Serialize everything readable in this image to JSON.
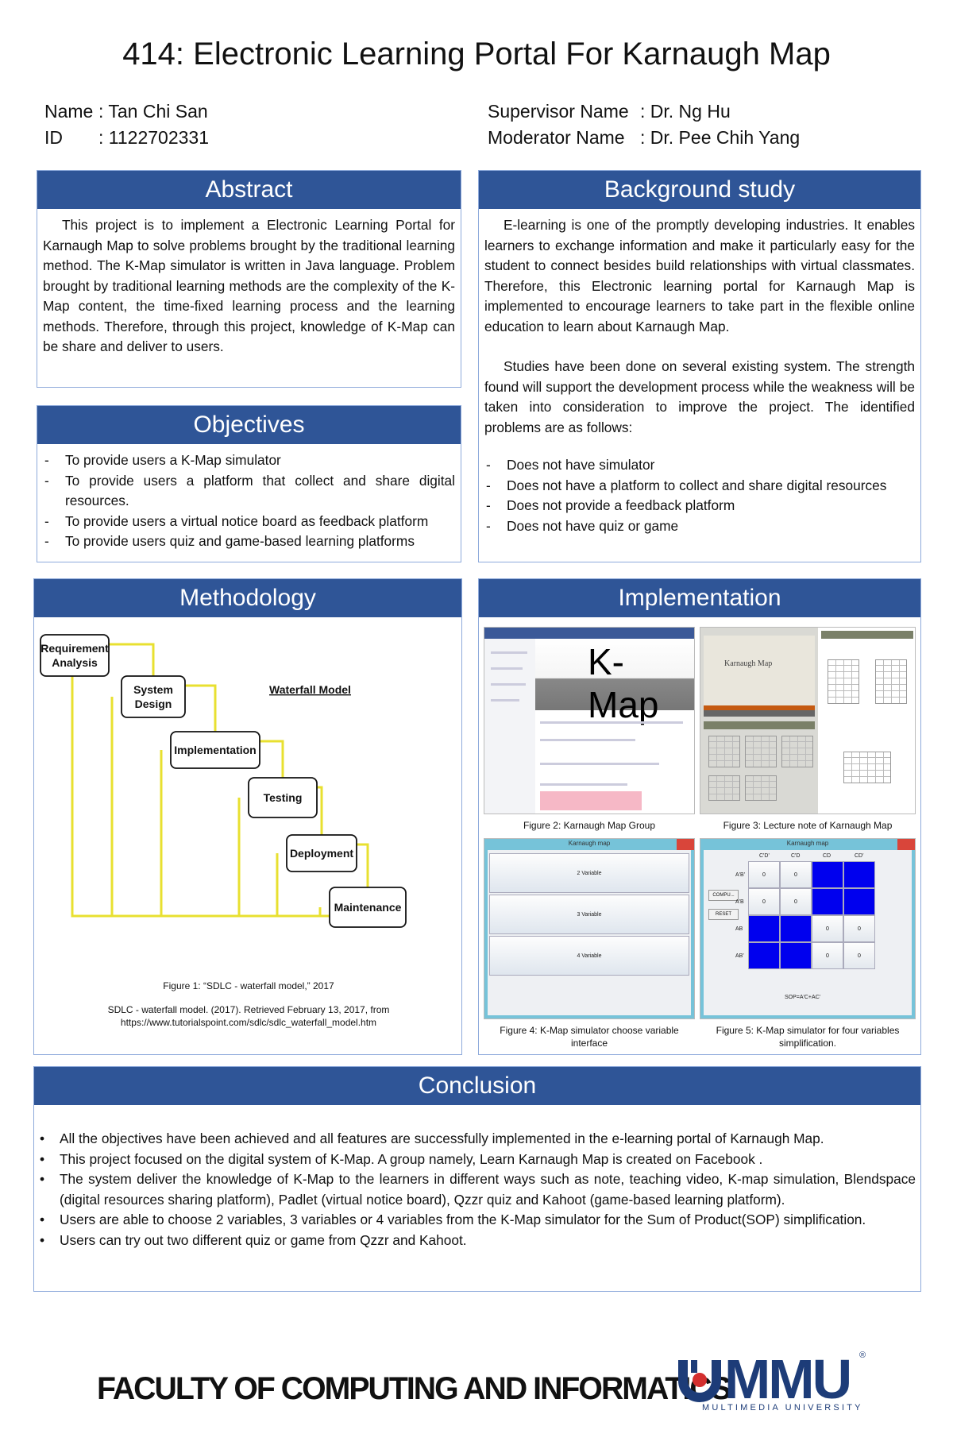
{
  "title": "414: Electronic Learning Portal For Karnaugh Map",
  "student": {
    "name_label": "Name",
    "name_value": ": Tan Chi San",
    "id_label": "ID",
    "id_value": ": 1122702331"
  },
  "staff": {
    "supervisor_label": "Supervisor Name",
    "supervisor_value": ": Dr. Ng Hu",
    "moderator_label": "Moderator Name",
    "moderator_value": ": Dr. Pee Chih Yang"
  },
  "abstract": {
    "heading": "Abstract",
    "text": "This project is to implement a Electronic Learning Portal for Karnaugh Map to solve problems brought by the traditional learning method. The K-Map simulator is written in Java language. Problem brought by traditional learning methods are the complexity of the K-Map content, the time-fixed learning process and the learning methods. Therefore, through this project, knowledge of K-Map can be share and deliver to users."
  },
  "objectives": {
    "heading": "Objectives",
    "items": [
      "To provide users a K-Map simulator",
      "To provide users a platform that collect and share digital resources.",
      "To provide users a virtual notice board as feedback platform",
      "To provide users quiz and game-based learning platforms"
    ]
  },
  "background": {
    "heading": "Background study",
    "para1": "E-learning is one of the promptly developing industries. It enables learners to exchange information and make it particularly easy for the student to connect besides build relationships with virtual classmates. Therefore, this Electronic learning portal for Karnaugh Map is implemented to encourage learners to take part in the flexible online education to learn about Karnaugh Map.",
    "para2": "Studies have been done on several existing system. The strength found will support the development process while the weakness will be taken into consideration to improve the project. The identified problems are as follows:",
    "items": [
      "Does not have simulator",
      "Does not have a platform to collect and share digital resources",
      "Does not provide a feedback platform",
      "Does not have quiz or game"
    ]
  },
  "methodology": {
    "heading": "Methodology",
    "diagram_title": "Waterfall Model",
    "steps": [
      "Requirement Analysis",
      "System Design",
      "Implementation",
      "Testing",
      "Deployment",
      "Maintenance"
    ],
    "step_lines": [
      [
        "Requirement",
        "Analysis"
      ],
      [
        "System",
        "Design"
      ],
      [
        "Implementation"
      ],
      [
        "Testing"
      ],
      [
        "Deployment"
      ],
      [
        "Maintenance"
      ]
    ],
    "figure_caption": "Figure 1: “SDLC - waterfall model,” 2017",
    "reference_line1": "SDLC - waterfall model. (2017). Retrieved February 13, 2017, from",
    "reference_line2": "https://www.tutorialspoint.com/sdlc/sdlc_waterfall_model.htm",
    "colors": {
      "arrow": "#e8e030",
      "box_border": "#111111"
    }
  },
  "implementation": {
    "heading": "Implementation",
    "fig2_caption": "Figure 2: Karnaugh Map Group",
    "fig2_banner": "K-Map",
    "fig3_caption": "Figure 3: Lecture note of Karnaugh Map",
    "fig3_slide_title": "Karnaugh Map",
    "fig4_caption_line1": "Figure 4: K-Map simulator choose variable",
    "fig4_caption_line2": "interface",
    "fig4_window_title": "Karnaugh map",
    "fig4_buttons": [
      "2 Variable",
      "3 Variable",
      "4 Variable"
    ],
    "fig5_caption_line1": "Figure 5: K-Map simulator for four variables",
    "fig5_caption_line2": "simplification.",
    "fig5_window_title": "Karnaugh map",
    "fig5_col_headers": [
      "C'D'",
      "C'D",
      "CD",
      "CD'"
    ],
    "fig5_row_headers": [
      "A'B'",
      "A'B",
      "AB",
      "AB'"
    ],
    "fig5_cells": [
      [
        "0",
        "0",
        "1",
        "1"
      ],
      [
        "0",
        "0",
        "1",
        "1"
      ],
      [
        "1",
        "1",
        "0",
        "0"
      ],
      [
        "1",
        "1",
        "0",
        "0"
      ]
    ],
    "fig5_buttons": [
      "COMPU...",
      "RESET"
    ],
    "fig5_result": "SOP=A'C+AC'",
    "colors": {
      "on_cell": "#0000ee",
      "window_chrome": "#76c3d9",
      "close_button": "#d9453a"
    }
  },
  "conclusion": {
    "heading": "Conclusion",
    "items": [
      "All the objectives have been achieved and all features are successfully implemented in the e-learning portal of Karnaugh Map.",
      "This project focused on the digital system of K-Map. A group namely, Learn Karnaugh Map is created on Facebook .",
      "The system deliver the knowledge of K-Map to the learners in different ways such as note, teaching video, K-map simulation, Blendspace (digital resources sharing platform), Padlet (virtual notice board), Qzzr quiz and Kahoot (game-based learning platform).",
      "Users are able to choose 2 variables, 3 variables or 4 variables from the K-Map simulator for the Sum of Product(SOP) simplification.",
      "Users can try out two different quiz or game from Qzzr and Kahoot."
    ]
  },
  "footer": {
    "faculty": "FACULTY OF COMPUTING AND INFORMATICS",
    "logo_text": "MMU",
    "logo_subtext": "MULTIMEDIA UNIVERSITY",
    "logo_reg": "®",
    "colors": {
      "logo": "#1d3c78",
      "header_bar": "#2f5597"
    }
  }
}
